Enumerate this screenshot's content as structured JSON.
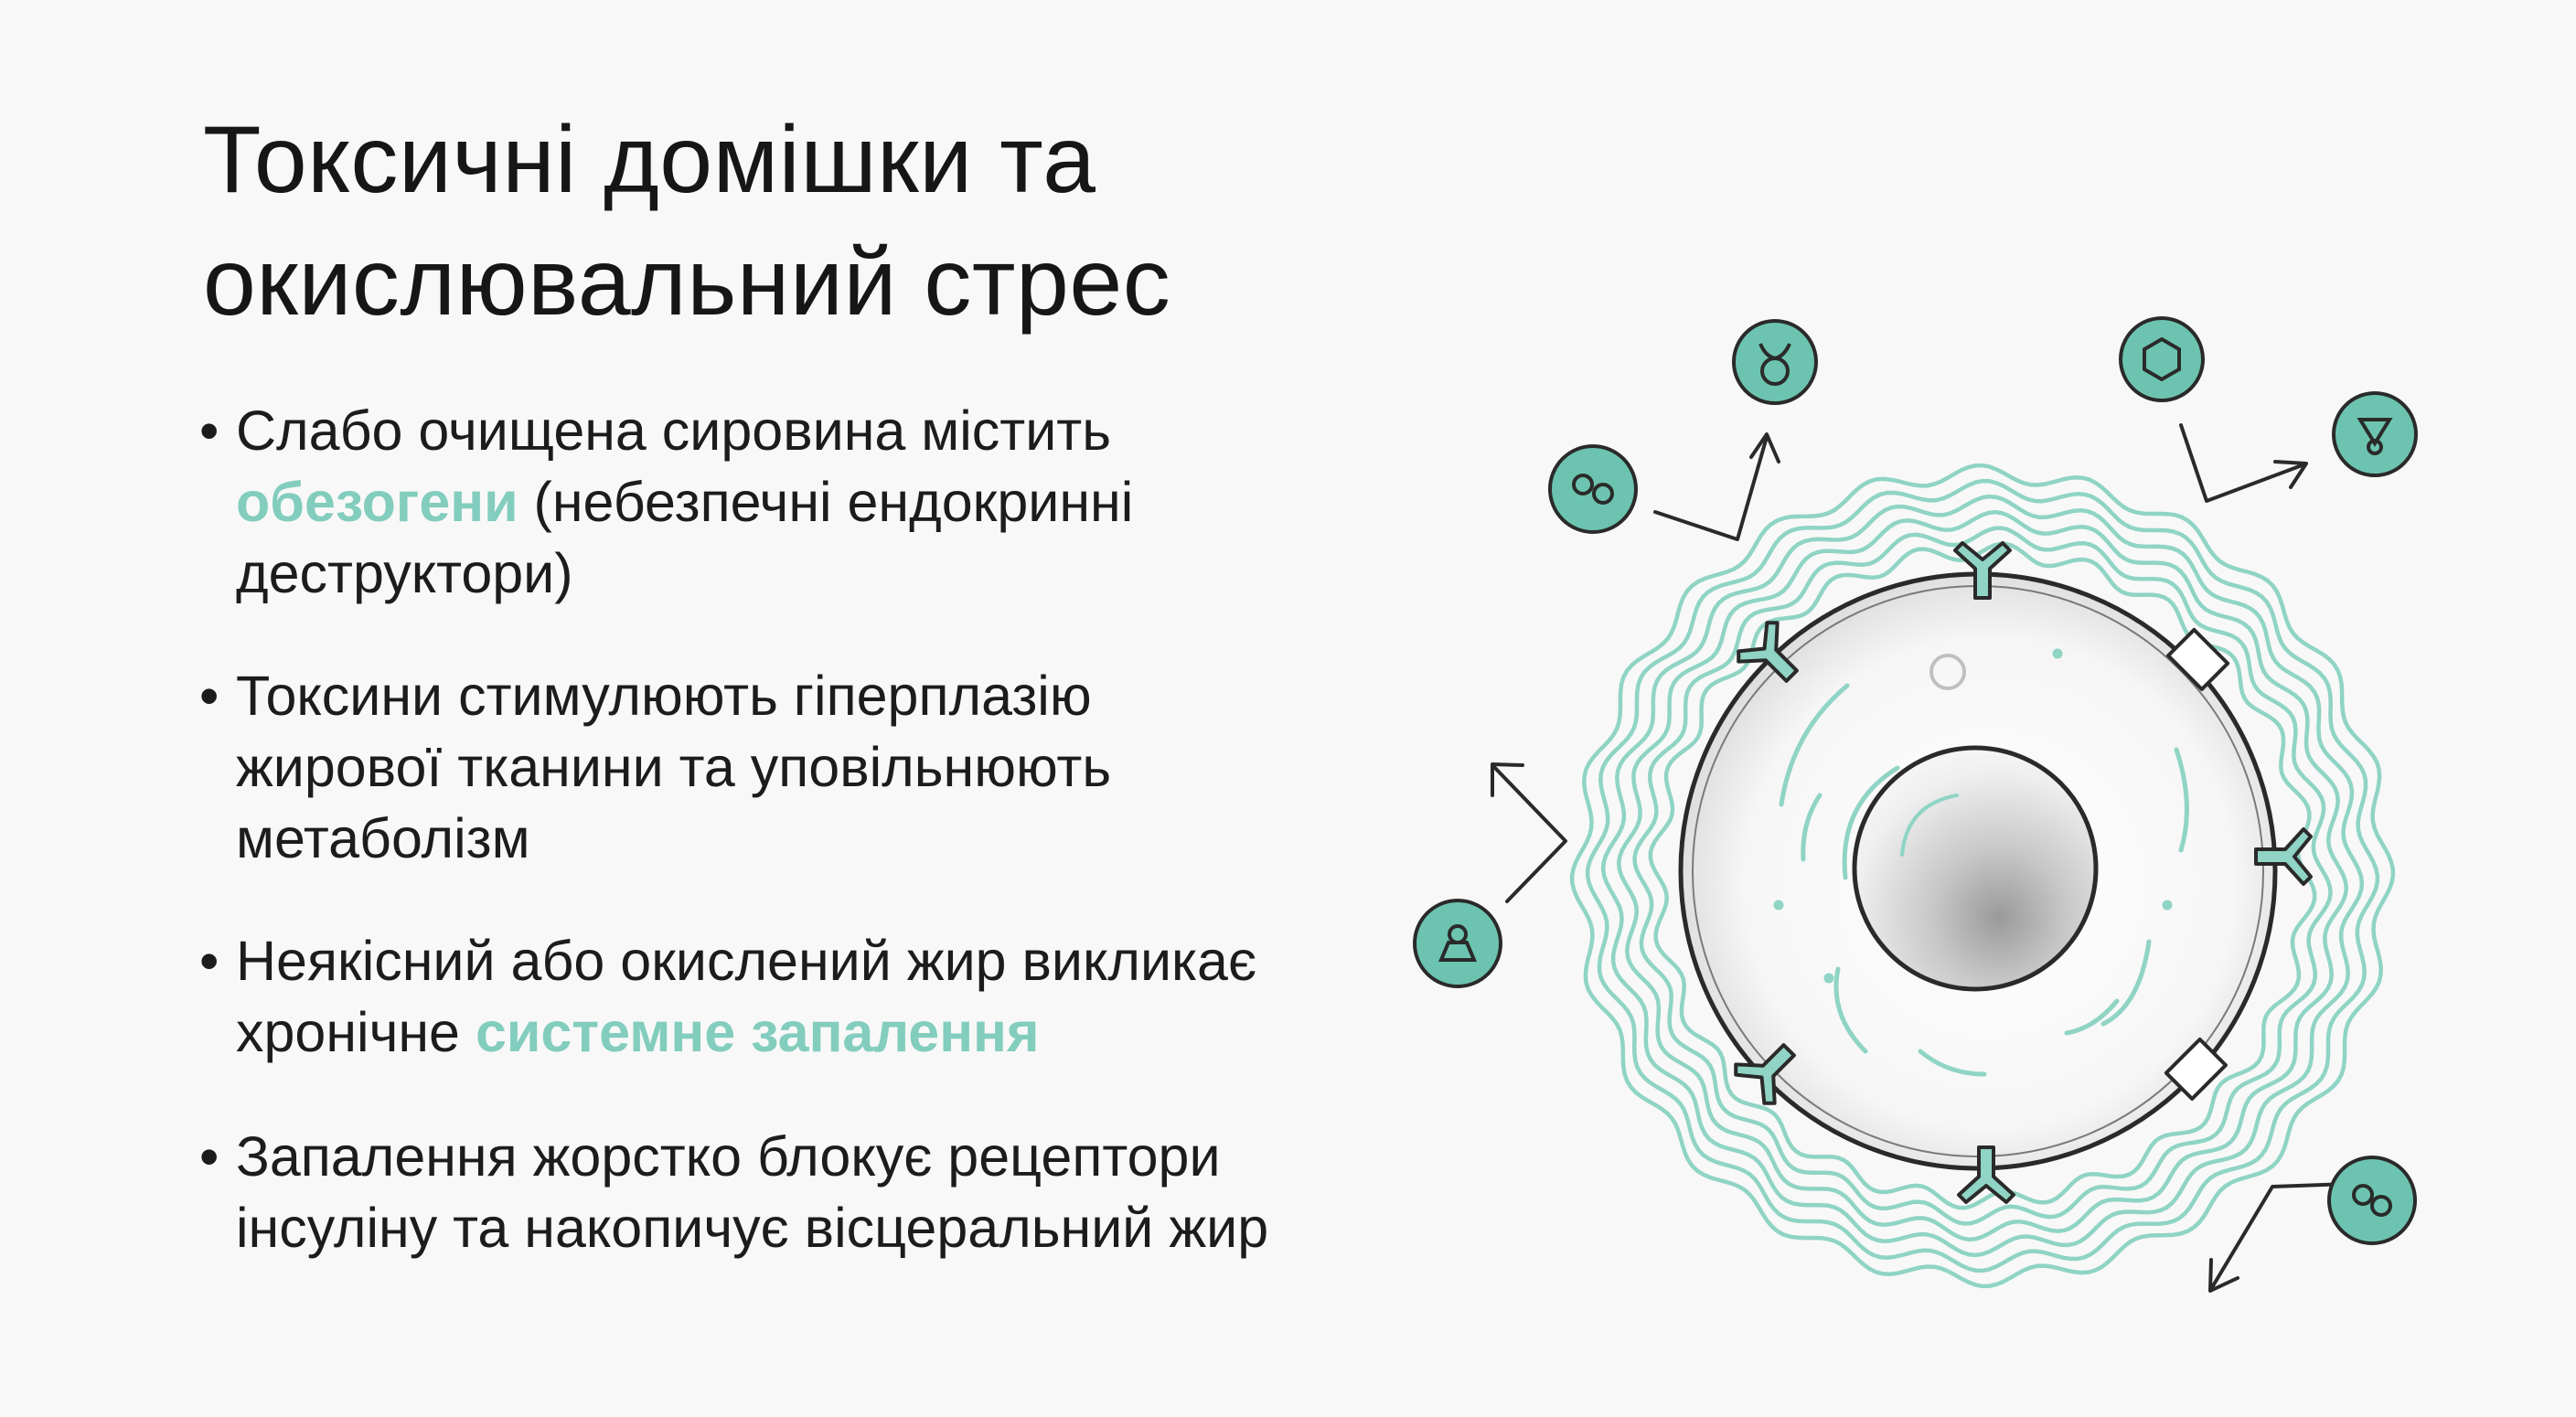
{
  "slide": {
    "title_lines": [
      "Токсичні домішки та",
      "окислювальний стрес"
    ],
    "bullets": [
      {
        "parts": [
          {
            "text": "Слабо очищена сировина містить"
          },
          {
            "text": "обезогени",
            "highlight": true
          },
          {
            "text": " (небезпечні ендокринні"
          },
          {
            "text": "деструктори)"
          }
        ]
      },
      {
        "parts": [
          {
            "text": "Токсини стимулюють гіперплазію"
          },
          {
            "text": "жирової тканини та уповільнюють"
          },
          {
            "text": "метаболізм"
          }
        ]
      },
      {
        "parts": [
          {
            "text": "Неякісний або окислений жир викликає"
          },
          {
            "text": "хронічне "
          },
          {
            "text": "системне запалення",
            "highlight": true
          }
        ]
      },
      {
        "parts": [
          {
            "text": "Запалення жорстко блокує рецептори"
          },
          {
            "text": "інсуліну та накопичує вісцеральний жир"
          }
        ]
      }
    ],
    "bullet_symbol": "•"
  },
  "colors": {
    "background": "#f8f8f8",
    "text": "#1c1c1c",
    "accent": "#82cdbd",
    "icon_fill": "#6cc4b0",
    "outline": "#2a2a2a"
  },
  "diagram": {
    "icons": [
      "taurus-symbol-icon",
      "hexagon-molecule-icon",
      "triangle-flask-icon",
      "linked-rings-icon",
      "person-silhouette-icon",
      "linked-rings-icon"
    ]
  }
}
